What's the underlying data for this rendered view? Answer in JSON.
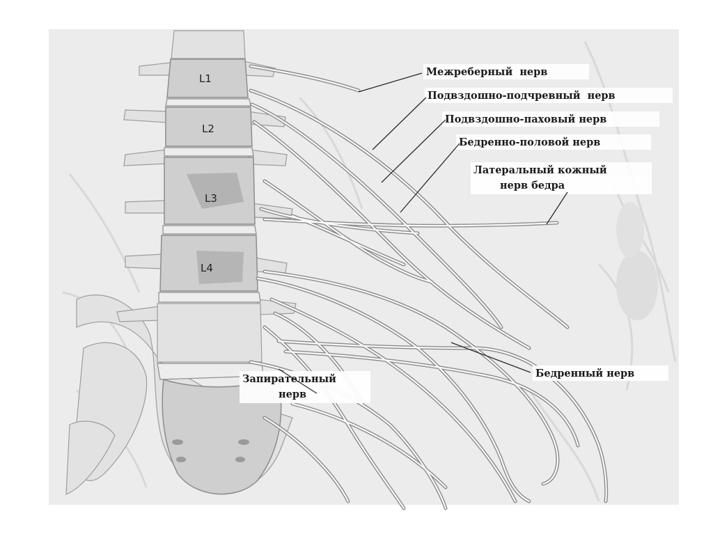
{
  "vertebrae": {
    "l1": "L1",
    "l2": "L2",
    "l3": "L3",
    "l4": "L4"
  },
  "labels": {
    "intercostal": "Межреберный  нерв",
    "iliohypogastric": "Подвздошно-подчревный  нерв",
    "ilioinguinal": "Подвздошно-паховый нерв",
    "genitofemoral": "Бедренно-половой нерв",
    "lateral_cutaneous_line1": "Латеральный кожный",
    "lateral_cutaneous_line2": "нерв бедра",
    "obturator_line1": "Запирательный",
    "obturator_line2": "нерв",
    "femoral": "Бедренный нерв"
  }
}
